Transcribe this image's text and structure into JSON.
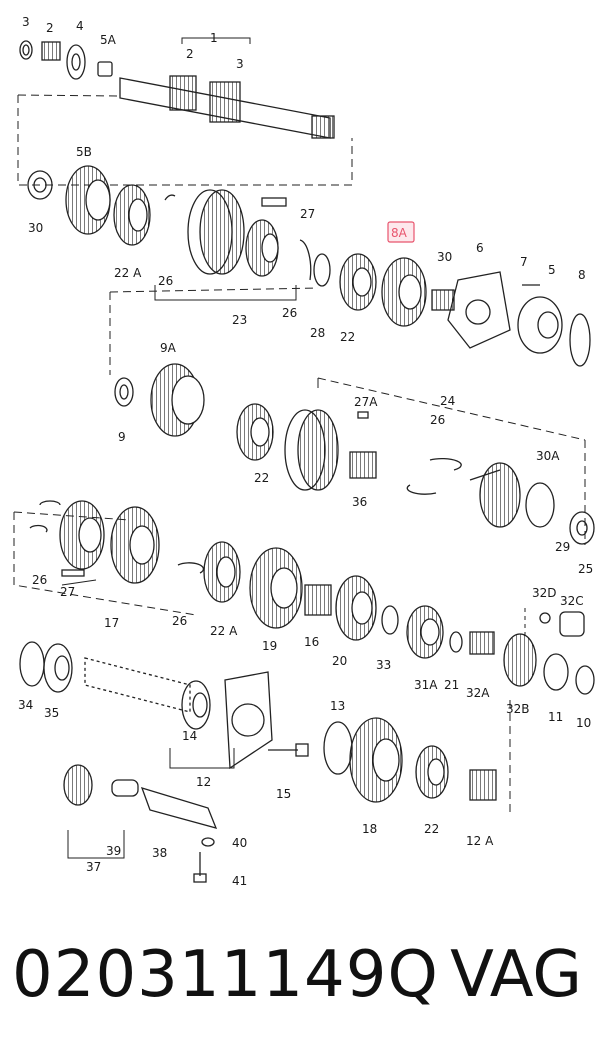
{
  "diagram": {
    "labels": [
      "3",
      "2",
      "4",
      "5A",
      "1",
      "2",
      "3",
      "5B",
      "30",
      "22 A",
      "26",
      "27",
      "23",
      "26",
      "28",
      "22",
      "8A",
      "30",
      "6",
      "7",
      "5",
      "8",
      "9A",
      "9",
      "22",
      "27A",
      "24",
      "26",
      "36",
      "30A",
      "29",
      "25",
      "26",
      "27",
      "17",
      "26",
      "22 A",
      "19",
      "16",
      "20",
      "33",
      "31A",
      "21",
      "32A",
      "32D",
      "32C",
      "32B",
      "11",
      "10",
      "34",
      "35",
      "14",
      "12",
      "15",
      "13",
      "18",
      "22",
      "12 A",
      "39",
      "38",
      "37",
      "40",
      "41"
    ],
    "highlighted_label": "8A"
  },
  "footer": {
    "part_number": "020311149Q",
    "brand": "VAG"
  },
  "colors": {
    "ink": "#1a1a1a",
    "highlight": "#e8546d",
    "highlight_fill": "#fde8ec"
  }
}
